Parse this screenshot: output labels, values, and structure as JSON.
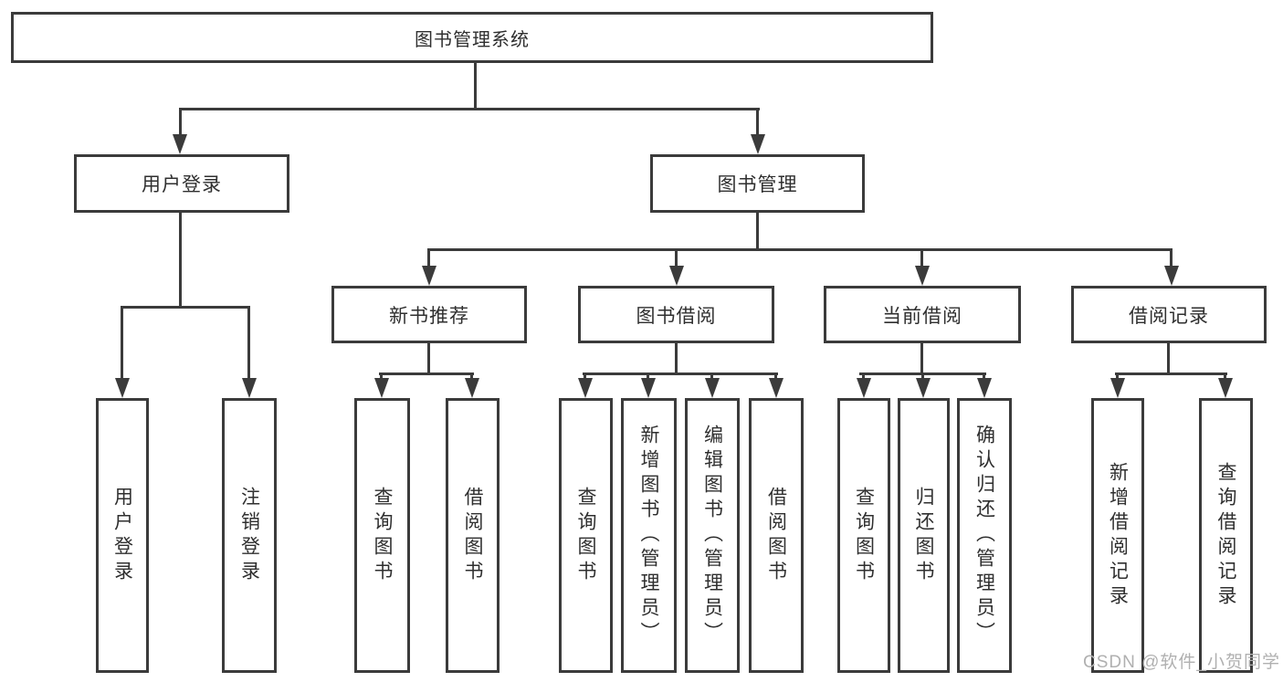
{
  "title": {
    "label": "图书管理系统"
  },
  "branches": {
    "user_login": {
      "label": "用户登录",
      "children": [
        {
          "label": "用户登录"
        },
        {
          "label": "注销登录"
        }
      ]
    },
    "book_management": {
      "label": "图书管理",
      "sections": [
        {
          "label": "新书推荐",
          "children": [
            {
              "label": "查询图书"
            },
            {
              "label": "借阅图书"
            }
          ]
        },
        {
          "label": "图书借阅",
          "children": [
            {
              "label": "查询图书"
            },
            {
              "label": "新增图书（管理员）"
            },
            {
              "label": "编辑图书（管理员）"
            },
            {
              "label": "借阅图书"
            }
          ]
        },
        {
          "label": "当前借阅",
          "children": [
            {
              "label": "查询图书"
            },
            {
              "label": "归还图书"
            },
            {
              "label": "确认归还（管理员）"
            }
          ]
        },
        {
          "label": "借阅记录",
          "children": [
            {
              "label": "新增借阅记录"
            },
            {
              "label": "查询借阅记录"
            }
          ]
        }
      ]
    }
  },
  "watermark": {
    "text": "CSDN @软件_小贺同学"
  },
  "colors": {
    "line_color": "#3b3b3b",
    "text_color": "#2f2f2f",
    "watermark_color": "#b0b0b0",
    "background_color": "#ffffff"
  }
}
